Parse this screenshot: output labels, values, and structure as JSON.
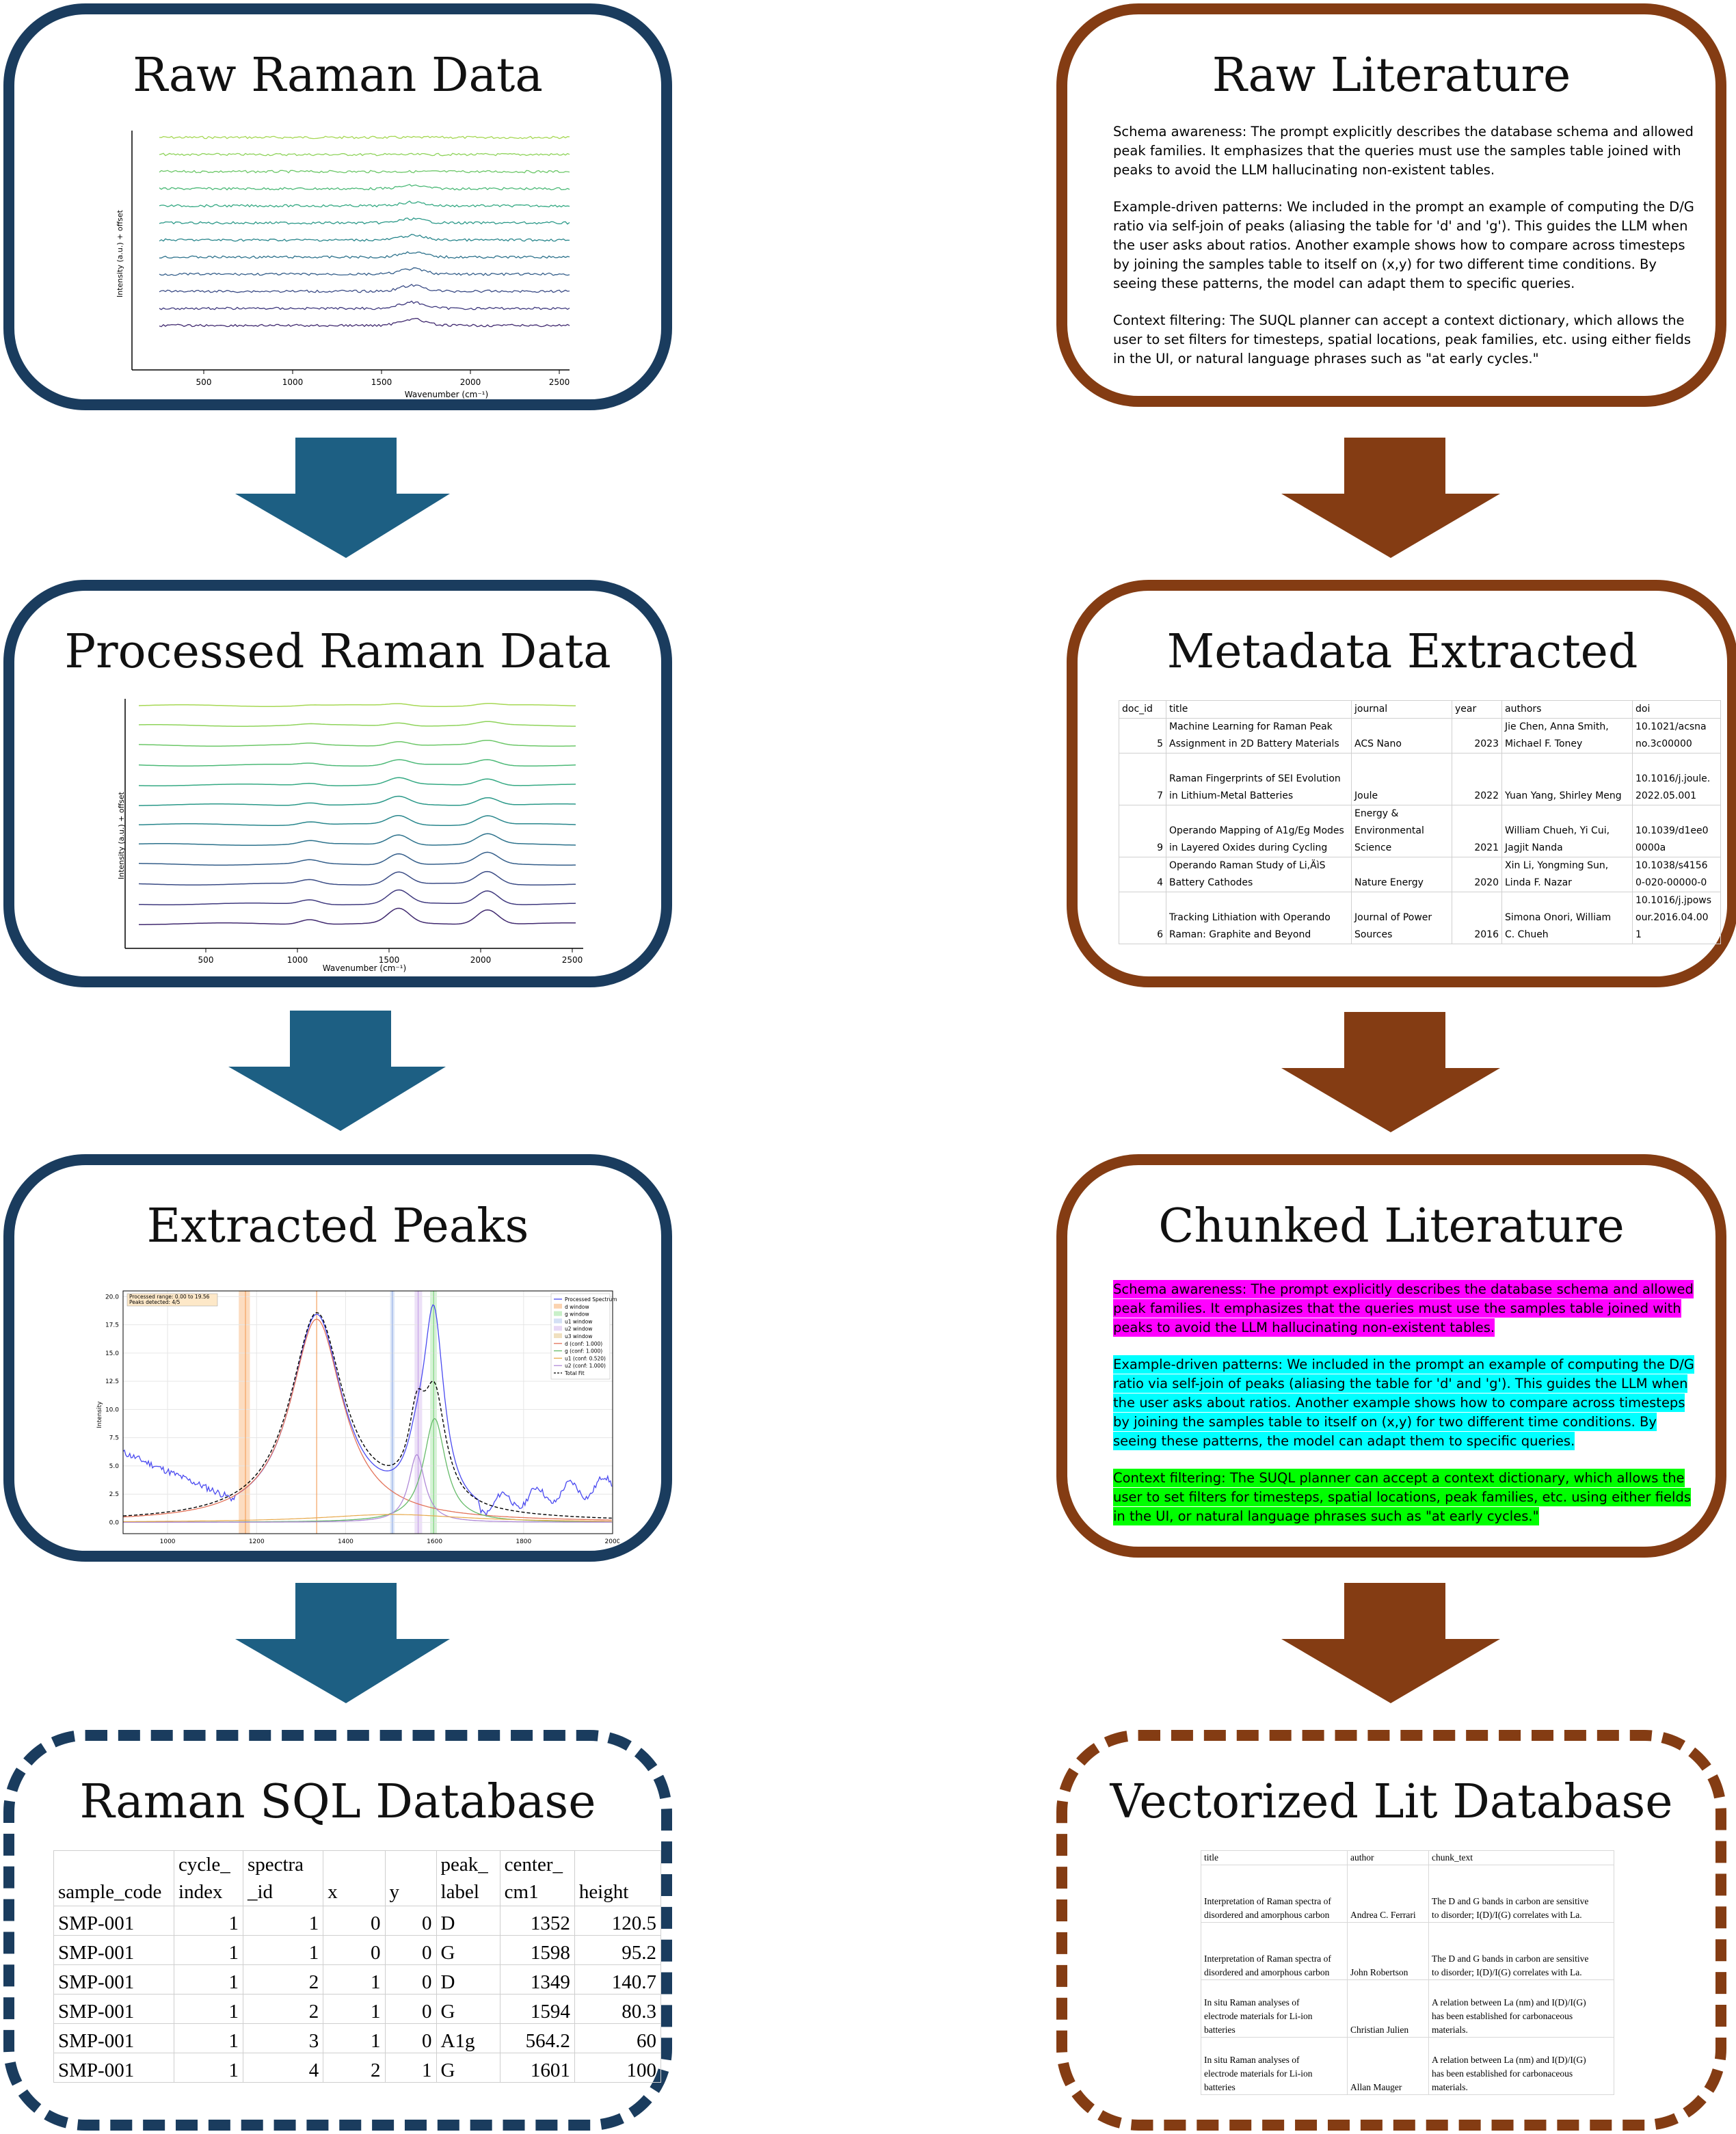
{
  "colors": {
    "blue": "#1a3c5e",
    "arrow_blue": "#1d5f83",
    "brown": "#843c13",
    "magenta": "#ff00ff",
    "cyan": "#00ffff",
    "green": "#00ff00"
  },
  "left": {
    "raw_title": "Raw Raman Data",
    "processed_title": "Processed Raman Data",
    "peaks_title": "Extracted Peaks",
    "db_title": "Raman SQL Database"
  },
  "right": {
    "raw_title": "Raw Literature",
    "meta_title": "Metadata Extracted",
    "chunk_title": "Chunked Literature",
    "db_title": "Vectorized Lit Database"
  },
  "literature": {
    "p1": "Schema awareness: The prompt explicitly describes the database schema and allowed peak families. It emphasizes that the queries must use the samples table joined with peaks to avoid the LLM hallucinating non-existent tables.",
    "p2": "Example-driven patterns: We included in the prompt an example of computing the D/G ratio via self-join of peaks (aliasing the table for 'd' and 'g'). This guides the LLM when the user asks about ratios. Another example shows how to compare across timesteps by joining the samples table to itself on (x,y) for two different time conditions. By seeing these patterns, the model can adapt them to specific queries.",
    "p3": "Context filtering: The SUQL planner can accept a context dictionary, which allows the user to set filters for timesteps, spatial locations, peak families, etc. using either fields in the UI, or natural language phrases such as \"at early cycles.\""
  },
  "raw_plot": {
    "ylabel": "Intensity (a.u.) + offset",
    "xlabel": "Wavenumber (cm⁻¹)",
    "ticks": [
      "500",
      "1000",
      "1500",
      "2000",
      "2500"
    ]
  },
  "proc_plot": {
    "ylabel": "Intensity (a.u.) + offset",
    "xlabel": "Wavenumber (cm⁻¹)",
    "ticks": [
      "500",
      "1000",
      "1500",
      "2000",
      "2500"
    ]
  },
  "peaks_plot": {
    "ylabel": "Intensity",
    "annotation1": "Processed range: 0.00 to 19.56",
    "annotation2": "Peaks detected: 4/5",
    "legend": [
      "Processed Spectrum",
      "d window",
      "g window",
      "u1 window",
      "u2 window",
      "u3 window",
      "d (conf: 1.000)",
      "g (conf: 1.000)",
      "u1 (conf: 0.520)",
      "u2 (conf: 1.000)",
      "Total Fit"
    ],
    "yticks": [
      "20.0",
      "17.5",
      "15.0",
      "12.5",
      "10.0",
      "7.5",
      "5.0",
      "2.5",
      "0.0"
    ],
    "xticks": [
      "1000",
      "1200",
      "1400",
      "1600",
      "1800",
      "2000"
    ]
  },
  "metadata": {
    "headers": [
      "doc_id",
      "title",
      "journal",
      "year",
      "authors",
      "doi"
    ],
    "rows": [
      {
        "id": "5",
        "title": [
          "Machine Learning for Raman Peak",
          "Assignment in 2D Battery Materials"
        ],
        "journal": [
          "",
          "ACS Nano"
        ],
        "year": "2023",
        "authors": [
          "Jie Chen, Anna Smith,",
          "Michael F. Toney"
        ],
        "doi": [
          "10.1021/acsna",
          "no.3c00000"
        ]
      },
      {
        "id": "7",
        "title": [
          "",
          "Raman Fingerprints of SEI Evolution",
          "in Lithium-Metal Batteries"
        ],
        "journal": [
          "",
          "",
          "Joule"
        ],
        "year": "2022",
        "authors": [
          "",
          "",
          "Yuan Yang, Shirley Meng"
        ],
        "doi": [
          "",
          "10.1016/j.joule.",
          "2022.05.001"
        ]
      },
      {
        "id": "9",
        "title": [
          "",
          "Operando Mapping of A1g/Eg Modes",
          "in Layered Oxides during Cycling"
        ],
        "journal": [
          "Energy &",
          "Environmental",
          "Science"
        ],
        "year": "2021",
        "authors": [
          "",
          "William Chueh, Yi Cui,",
          "Jagjit Nanda"
        ],
        "doi": [
          "",
          "10.1039/d1ee0",
          "0000a"
        ]
      },
      {
        "id": "4",
        "title": [
          "Operando Raman Study of Li,ÄìS",
          "Battery Cathodes"
        ],
        "journal": [
          "",
          "Nature Energy"
        ],
        "year": "2020",
        "authors": [
          "Xin Li, Yongming Sun,",
          "Linda F. Nazar"
        ],
        "doi": [
          "10.1038/s4156",
          "0-020-00000-0"
        ]
      },
      {
        "id": "6",
        "title": [
          "",
          "Tracking Lithiation with Operando",
          "Raman: Graphite and Beyond"
        ],
        "journal": [
          "",
          "Journal of Power",
          "Sources"
        ],
        "year": "2016",
        "authors": [
          "",
          "Simona Onori, William",
          "C. Chueh"
        ],
        "doi": [
          "10.1016/j.jpows",
          "our.2016.04.00",
          "1"
        ]
      }
    ]
  },
  "sql": {
    "headers": [
      [
        "",
        "sample_code"
      ],
      [
        "cycle_",
        "index"
      ],
      [
        "spectra",
        "_id"
      ],
      [
        "",
        "x"
      ],
      [
        "",
        "y"
      ],
      [
        "peak_",
        "label"
      ],
      [
        "center_",
        "cm1"
      ],
      [
        "",
        "height"
      ]
    ],
    "rows": [
      [
        "SMP-001",
        "1",
        "1",
        "0",
        "0",
        "D",
        "1352",
        "120.5"
      ],
      [
        "SMP-001",
        "1",
        "1",
        "0",
        "0",
        "G",
        "1598",
        "95.2"
      ],
      [
        "SMP-001",
        "1",
        "2",
        "1",
        "0",
        "D",
        "1349",
        "140.7"
      ],
      [
        "SMP-001",
        "1",
        "2",
        "1",
        "0",
        "G",
        "1594",
        "80.3"
      ],
      [
        "SMP-001",
        "1",
        "3",
        "1",
        "0",
        "A1g",
        "564.2",
        "60"
      ],
      [
        "SMP-001",
        "1",
        "4",
        "2",
        "1",
        "G",
        "1601",
        "100"
      ]
    ]
  },
  "vector": {
    "headers": [
      "title",
      "author",
      "chunk_text"
    ],
    "rows": [
      {
        "title": [
          "Interpretation of Raman spectra of",
          "disordered and amorphous carbon"
        ],
        "author": "Andrea C. Ferrari",
        "text": [
          "The D and G bands in carbon are sensitive",
          "to disorder; I(D)/I(G) correlates with La."
        ]
      },
      {
        "title": [
          "Interpretation of Raman spectra of",
          "disordered and amorphous carbon"
        ],
        "author": "John Robertson",
        "text": [
          "The D and G bands in carbon are sensitive",
          "to disorder; I(D)/I(G) correlates with La."
        ]
      },
      {
        "title": [
          "In situ Raman analyses of",
          "electrode materials for Li-ion",
          "batteries"
        ],
        "author": "Christian Julien",
        "text": [
          "A relation between La (nm) and I(D)/I(G)",
          "has been established for carbonaceous",
          "materials."
        ]
      },
      {
        "title": [
          "In situ Raman analyses of",
          "electrode materials for Li-ion",
          "batteries"
        ],
        "author": "Allan Mauger",
        "text": [
          "A relation between La (nm) and I(D)/I(G)",
          "has been established for carbonaceous",
          "materials."
        ]
      }
    ]
  }
}
